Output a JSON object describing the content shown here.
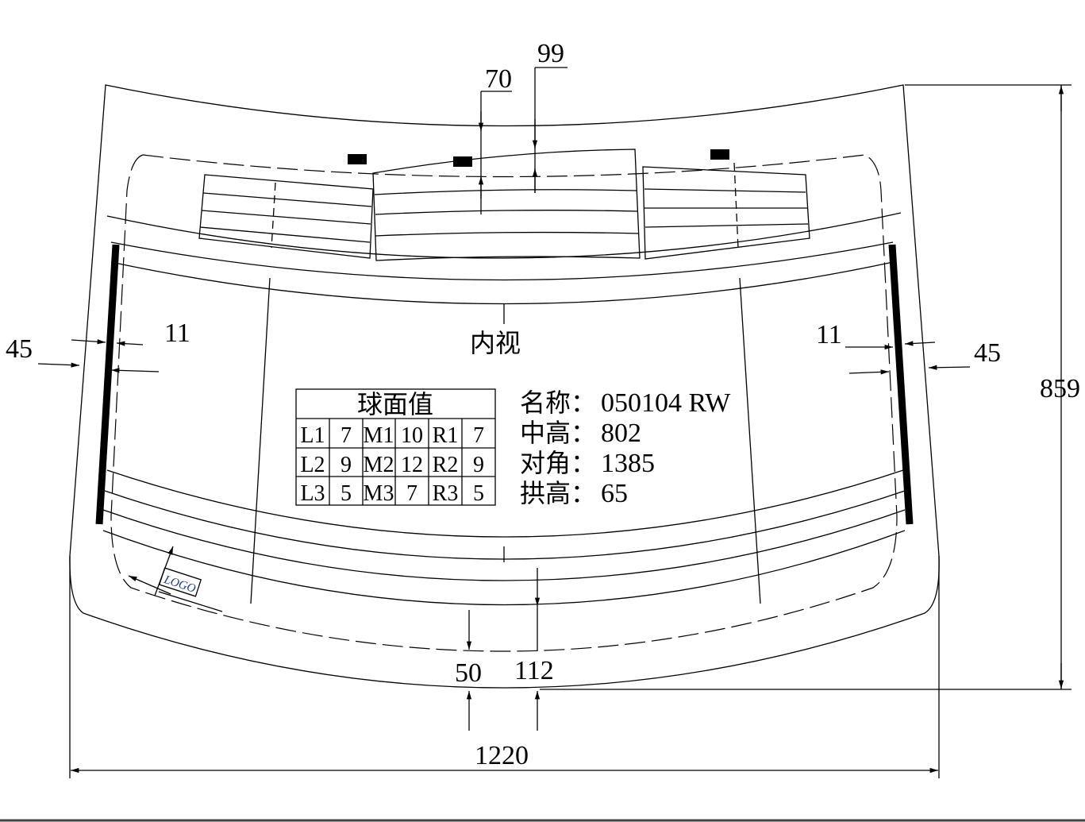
{
  "view_label": "内视",
  "dimensions": {
    "top_99": "99",
    "top_70": "70",
    "left_45": "45",
    "left_11": "11",
    "right_11": "11",
    "right_45": "45",
    "height_859": "859",
    "bottom_50": "50",
    "bottom_112": "112",
    "width_1220": "1220"
  },
  "logo_text": "LOGO",
  "table": {
    "title": "球面值",
    "rows": [
      [
        "L1",
        "7",
        "M1",
        "10",
        "R1",
        "7"
      ],
      [
        "L2",
        "9",
        "M2",
        "12",
        "R2",
        "9"
      ],
      [
        "L3",
        "5",
        "M3",
        "7",
        "R3",
        "5"
      ]
    ]
  },
  "info": [
    {
      "label": "名称：",
      "value": "050104 RW"
    },
    {
      "label": "中高：",
      "value": "802"
    },
    {
      "label": "对角：",
      "value": "1385"
    },
    {
      "label": "拱高：",
      "value": "65"
    }
  ]
}
